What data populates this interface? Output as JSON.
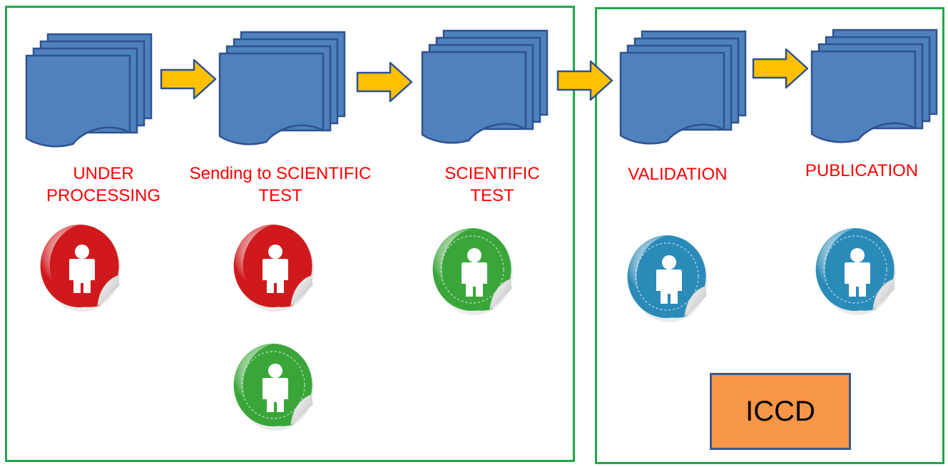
{
  "stages": [
    {
      "name": "stage-under-processing",
      "lines": [
        "UNDER",
        "PROCESSING"
      ]
    },
    {
      "name": "stage-sending-to-scientific-test",
      "lines": [
        "Sending to SCIENTIFIC",
        "TEST"
      ]
    },
    {
      "name": "stage-scientific-test",
      "lines": [
        "SCIENTIFIC",
        "TEST"
      ]
    },
    {
      "name": "stage-validation",
      "lines": [
        "VALIDATION"
      ]
    },
    {
      "name": "stage-publication",
      "lines": [
        "PUBLICATION"
      ]
    }
  ],
  "icons": {
    "document": "document-stack-icon",
    "arrow": "right-arrow-icon",
    "sticker": "person-sticker-icon"
  },
  "colors": {
    "panel_border": "#1fa84c",
    "document_fill": "#4f81bd",
    "document_stroke": "#2f528f",
    "arrow_fill": "#ffc000",
    "arrow_stroke": "#2f528f",
    "label_text": "#ff0000",
    "sticker_red": "#d0191c",
    "sticker_green": "#3aa63a",
    "sticker_blue": "#2b8bb8",
    "box_fill": "#f79646",
    "box_border": "#3a5a8c"
  },
  "organization_box": {
    "label": "ICCD"
  }
}
